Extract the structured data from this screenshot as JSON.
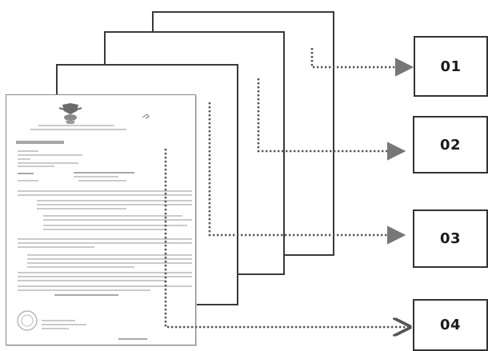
{
  "labels": [
    {
      "id": "01",
      "text": "01"
    },
    {
      "id": "02",
      "text": "02"
    },
    {
      "id": "03",
      "text": "03"
    },
    {
      "id": "04",
      "text": "04"
    }
  ],
  "colors": {
    "sheet_border": "#3a3a3a",
    "connector": "#555555",
    "arrow_fill": "#777777",
    "label_border": "#333333",
    "label_text": "#1a1a1a"
  },
  "icons": {
    "document_seal": "coat-of-arms-icon",
    "arrow": "arrow-right-icon"
  }
}
